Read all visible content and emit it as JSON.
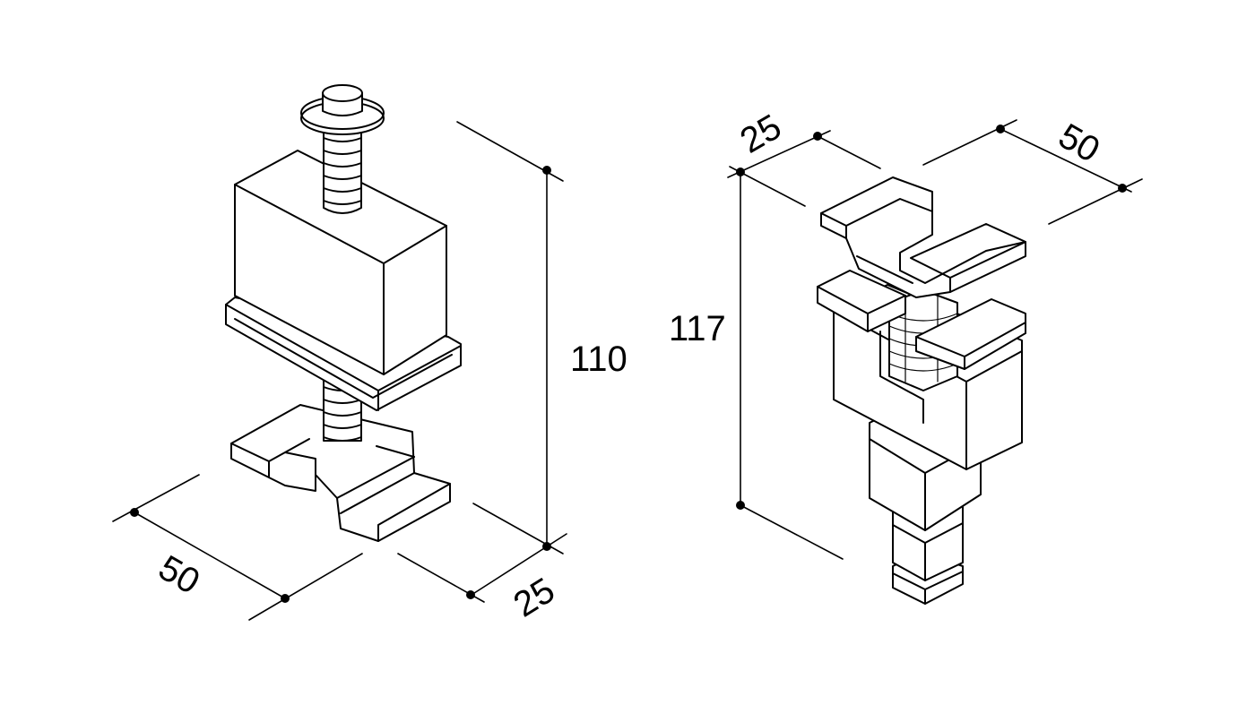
{
  "colors": {
    "ink": "#000000",
    "background": "#ffffff"
  },
  "left_view": {
    "dim_height": "110",
    "dim_width": "50",
    "dim_depth": "25"
  },
  "right_view": {
    "dim_height": "117",
    "dim_depth": "25",
    "dim_width": "50"
  }
}
